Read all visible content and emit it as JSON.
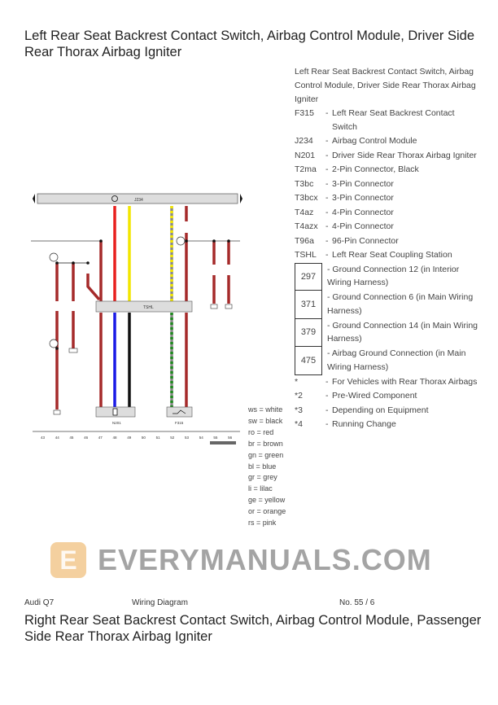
{
  "title_top": "Left Rear Seat Backrest Contact Switch, Airbag Control Module, Driver Side Rear Thorax Airbag Igniter",
  "legend": {
    "heading": "Left Rear Seat Backrest Contact Switch, Airbag Control Module, Driver Side Rear Thorax Airbag Igniter",
    "components": [
      {
        "code": "F315",
        "desc": "Left Rear Seat Backrest Contact Switch"
      },
      {
        "code": "J234",
        "desc": "Airbag Control Module"
      },
      {
        "code": "N201",
        "desc": "Driver Side Rear Thorax Airbag Igniter"
      },
      {
        "code": "T2ma",
        "desc": "2-Pin Connector, Black"
      },
      {
        "code": "T3bc",
        "desc": "3-Pin Connector"
      },
      {
        "code": "T3bcx",
        "desc": "3-Pin Connector"
      },
      {
        "code": "T4az",
        "desc": "4-Pin Connector"
      },
      {
        "code": "T4azx",
        "desc": "4-Pin Connector"
      },
      {
        "code": "T96a",
        "desc": "96-Pin Connector"
      },
      {
        "code": "TSHL",
        "desc": "Left Rear Seat Coupling Station"
      }
    ],
    "grounds": [
      {
        "num": "297",
        "desc": "Ground Connection 12 (in Interior Wiring Harness)"
      },
      {
        "num": "371",
        "desc": "Ground Connection 6 (in Main Wiring Harness)"
      },
      {
        "num": "379",
        "desc": "Ground Connection 14 (in Main Wiring Harness)"
      },
      {
        "num": "475",
        "desc": "Airbag Ground Connection (in Main Wiring Harness)"
      }
    ],
    "notes": [
      {
        "code": "*",
        "desc": "For Vehicles with Rear Thorax Airbags"
      },
      {
        "code": "*2",
        "desc": "Pre-Wired Component"
      },
      {
        "code": "*3",
        "desc": "Depending on Equipment"
      },
      {
        "code": "*4",
        "desc": "Running Change"
      }
    ]
  },
  "wire_colors": [
    "ws = white",
    "sw = black",
    "ro = red",
    "br = brown",
    "gn = green",
    "bl = blue",
    "gr = grey",
    "li = lilac",
    "ge = yellow",
    "or = orange",
    "rs = pink"
  ],
  "diagram": {
    "control_module": "J234",
    "coupling_station": "TSHL",
    "igniter": "N201",
    "switch": "F315",
    "columns": [
      "43",
      "44",
      "45",
      "46",
      "47",
      "48",
      "49",
      "50",
      "51",
      "52",
      "53",
      "54",
      "55",
      "56"
    ],
    "colors": {
      "brown": "#a52a2a",
      "red": "#e8201e",
      "yellow": "#f2e600",
      "blue": "#1a1ae6",
      "black": "#111111",
      "green": "#1f8a1f",
      "grey": "#8a8a8a"
    }
  },
  "footer": {
    "model": "Audi Q7",
    "doc_type": "Wiring Diagram",
    "page_no": "No.  55 / 6"
  },
  "title_bottom": "Right Rear Seat Backrest Contact Switch, Airbag Control Module, Passenger Side Rear Thorax Airbag Igniter",
  "watermark": "EVERYMANUALS.COM"
}
